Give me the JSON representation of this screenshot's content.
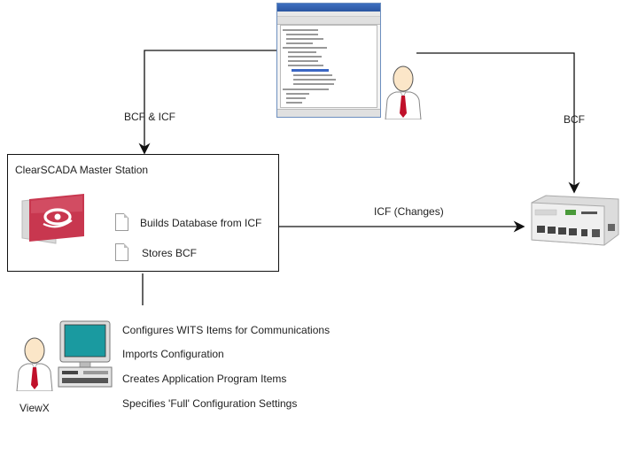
{
  "diagram": {
    "master_station": {
      "title": "ClearSCADA Master Station",
      "items": [
        "Builds Database from ICF",
        "Stores BCF"
      ]
    },
    "arrows": {
      "bcf_icf": "BCF & ICF",
      "bcf": "BCF",
      "icf_changes": "ICF (Changes)"
    },
    "viewx": {
      "label": "ViewX",
      "tasks": [
        "Configures WITS Items for Communications",
        "Imports Configuration",
        "Creates Application Program Items",
        "Specifies 'Full' Configuration Settings"
      ]
    },
    "colors": {
      "line": "#111111",
      "tie": "#c0102a",
      "logo": "#c8374f",
      "monitor_screen": "#1a9aa0"
    }
  }
}
